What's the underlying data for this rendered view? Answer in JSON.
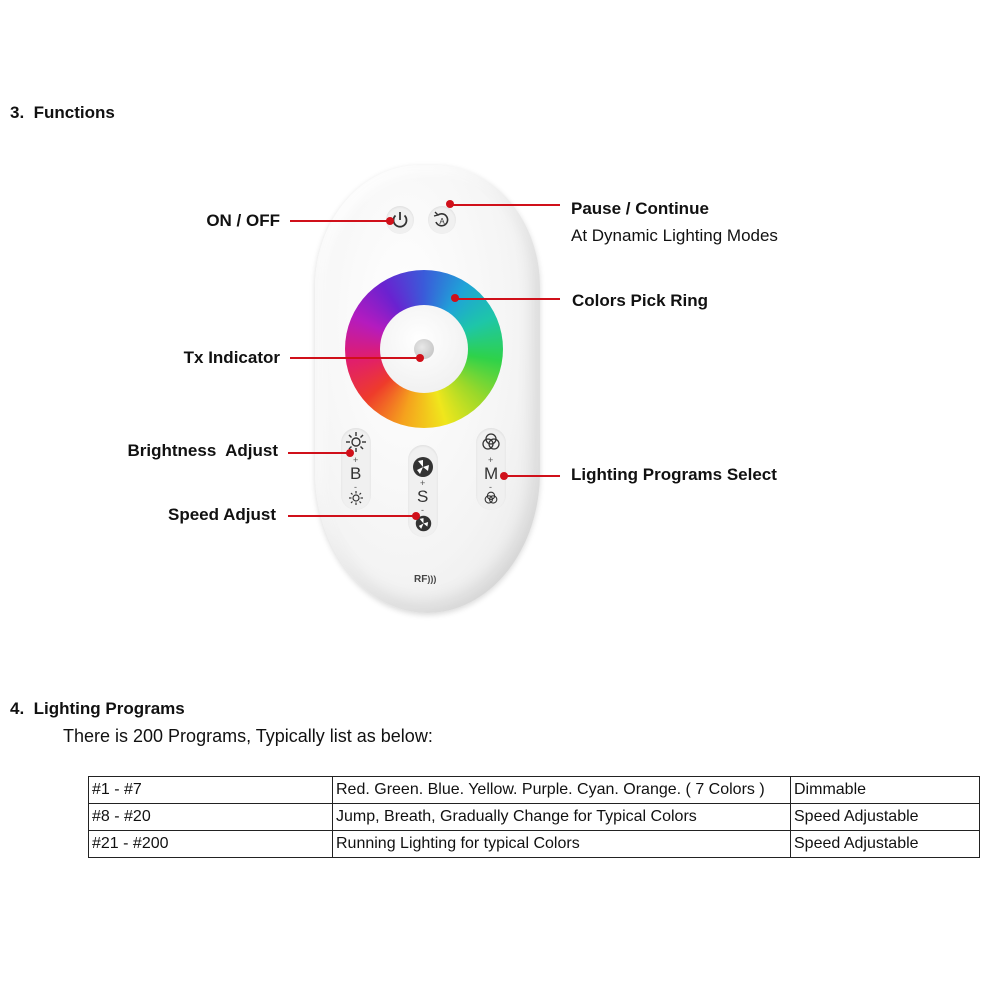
{
  "sections": {
    "functions": {
      "number": "3.",
      "title": "Functions"
    },
    "programs": {
      "number": "4.",
      "title": "Lighting Programs",
      "intro": "There is 200 Programs, Typically list as below:"
    }
  },
  "labels": {
    "on_off": "ON / OFF",
    "pause_continue": "Pause / Continue",
    "dynamic_modes": "At Dynamic Lighting Modes",
    "colors_ring": "Colors Pick Ring",
    "tx_indicator": "Tx Indicator",
    "brightness": "Brightness  Adjust",
    "speed": "Speed Adjust",
    "programs_select": "Lighting Programs Select"
  },
  "remote": {
    "b_letter": "B",
    "s_letter": "S",
    "m_letter": "M",
    "rf_mark": "RF",
    "icons": [
      "power-icon",
      "pause-auto-icon",
      "brightness-up-icon",
      "brightness-down-icon",
      "speed-fan-icon",
      "mode-circles-icon"
    ],
    "accent": "#d0101a"
  },
  "table": {
    "rows": [
      [
        "#1 - #7",
        "Red. Green. Blue. Yellow. Purple. Cyan. Orange. ( 7 Colors )",
        "Dimmable"
      ],
      [
        "#8 - #20",
        "Jump, Breath, Gradually Change for Typical Colors",
        "Speed Adjustable"
      ],
      [
        "#21 - #200",
        "Running Lighting for typical Colors",
        "Speed Adjustable"
      ]
    ]
  }
}
